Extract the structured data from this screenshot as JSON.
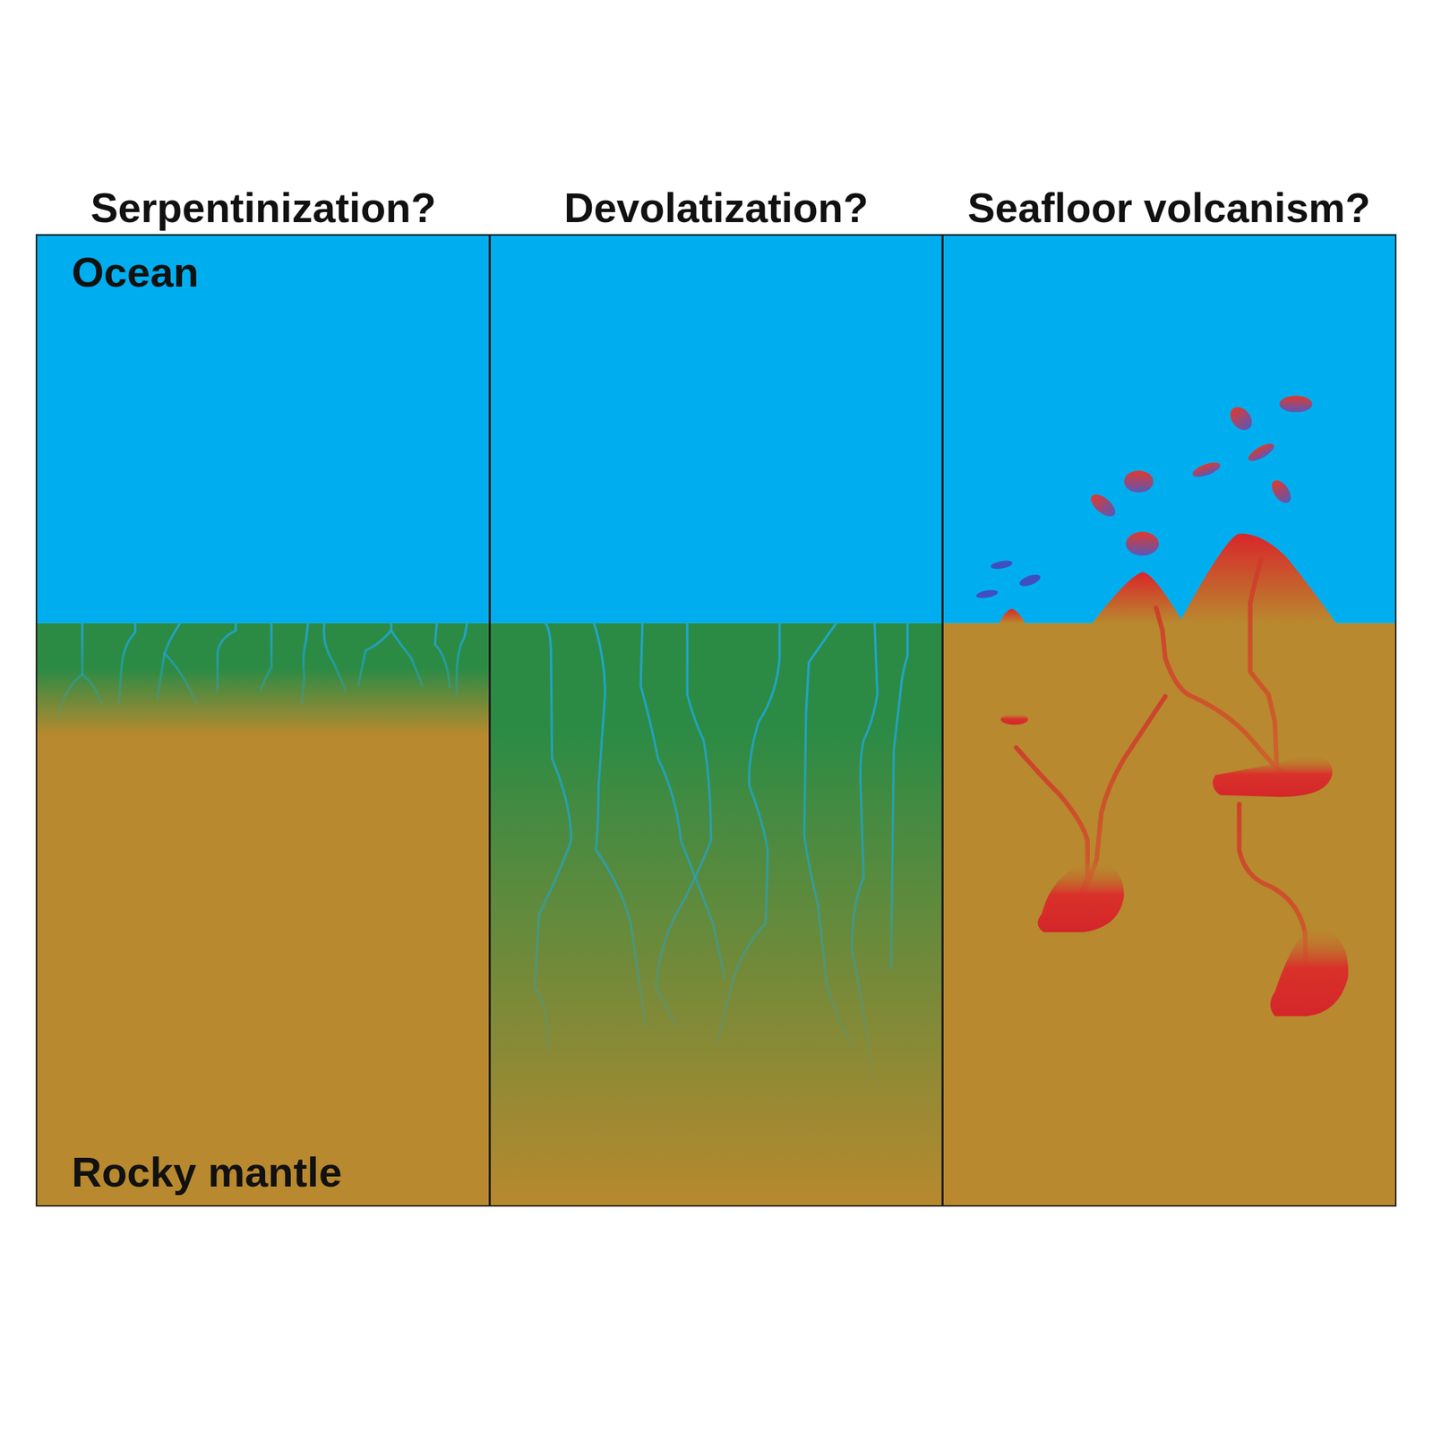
{
  "diagram": {
    "nodes": [
      {
        "text": [
          "Serpentinization?"
        ]
      },
      {
        "text": [
          "Devolatization?"
        ]
      },
      {
        "text": [
          "Seafloor volcanism?"
        ]
      }
    ],
    "labels": [
      "Ocean",
      "Rocky mantle"
    ]
  }
}
